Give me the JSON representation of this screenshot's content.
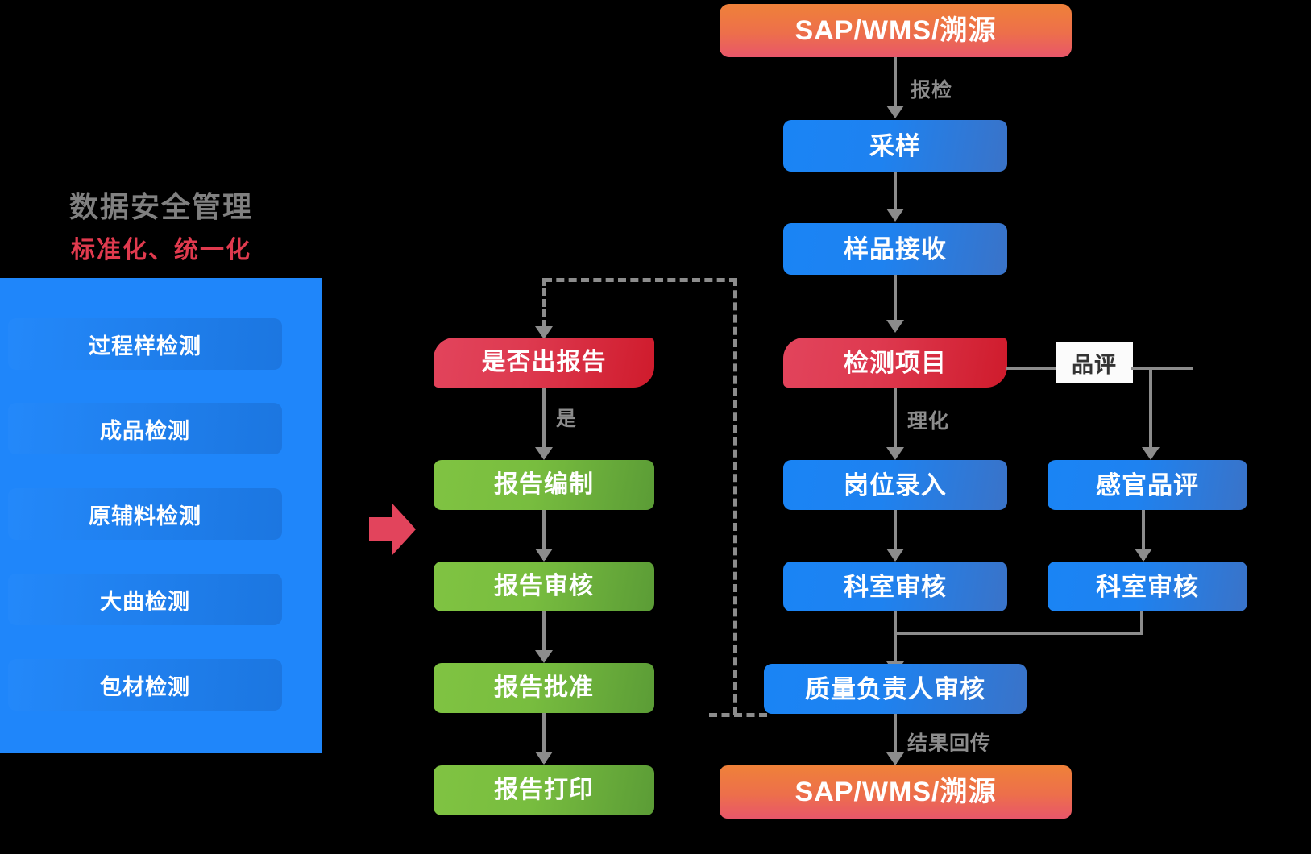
{
  "left_panel": {
    "title": "数据安全管理",
    "subtitle": "标准化、统一化",
    "title_color": "#808080",
    "subtitle_color": "#e03a4e",
    "panel_color": "#1f86fa",
    "items": [
      {
        "label": "过程样检测"
      },
      {
        "label": "成品检测"
      },
      {
        "label": "原辅料检测"
      },
      {
        "label": "大曲检测"
      },
      {
        "label": "包材检测"
      }
    ]
  },
  "transition": {
    "arrow_name": "flow-arrow-right",
    "color": "#e2445c"
  },
  "report_column": {
    "decision": {
      "label": "是否出报告",
      "color": "#d92d45"
    },
    "steps": [
      {
        "label": "报告编制",
        "color": "#78bd3f"
      },
      {
        "label": "报告审核",
        "color": "#78bd3f"
      },
      {
        "label": "报告批准",
        "color": "#78bd3f"
      },
      {
        "label": "报告打印",
        "color": "#78bd3f"
      }
    ],
    "edge_labels": {
      "yes": "是"
    }
  },
  "main_column": {
    "start": {
      "label": "SAP/WMS/溯源",
      "color": "#ef8139"
    },
    "end": {
      "label": "SAP/WMS/溯源",
      "color": "#ef8139"
    },
    "nodes": [
      {
        "label": "采样",
        "color": "#1a84f5"
      },
      {
        "label": "样品接收",
        "color": "#1a84f5"
      },
      {
        "label": "检测项目",
        "color": "#d92d45"
      },
      {
        "label": "岗位录入",
        "color": "#1a84f5"
      },
      {
        "label": "科室审核",
        "color": "#1a84f5"
      },
      {
        "label": "质量负责人审核",
        "color": "#1a84f5"
      }
    ],
    "branch_nodes": [
      {
        "label": "感官品评",
        "color": "#1a84f5"
      },
      {
        "label": "科室审核",
        "color": "#1a84f5"
      }
    ],
    "edge_labels": {
      "inspect_request": "报检",
      "physicochemical": "理化",
      "tasting": "品评",
      "result_return": "结果回传"
    }
  },
  "connector_color": "#8c8c8c"
}
